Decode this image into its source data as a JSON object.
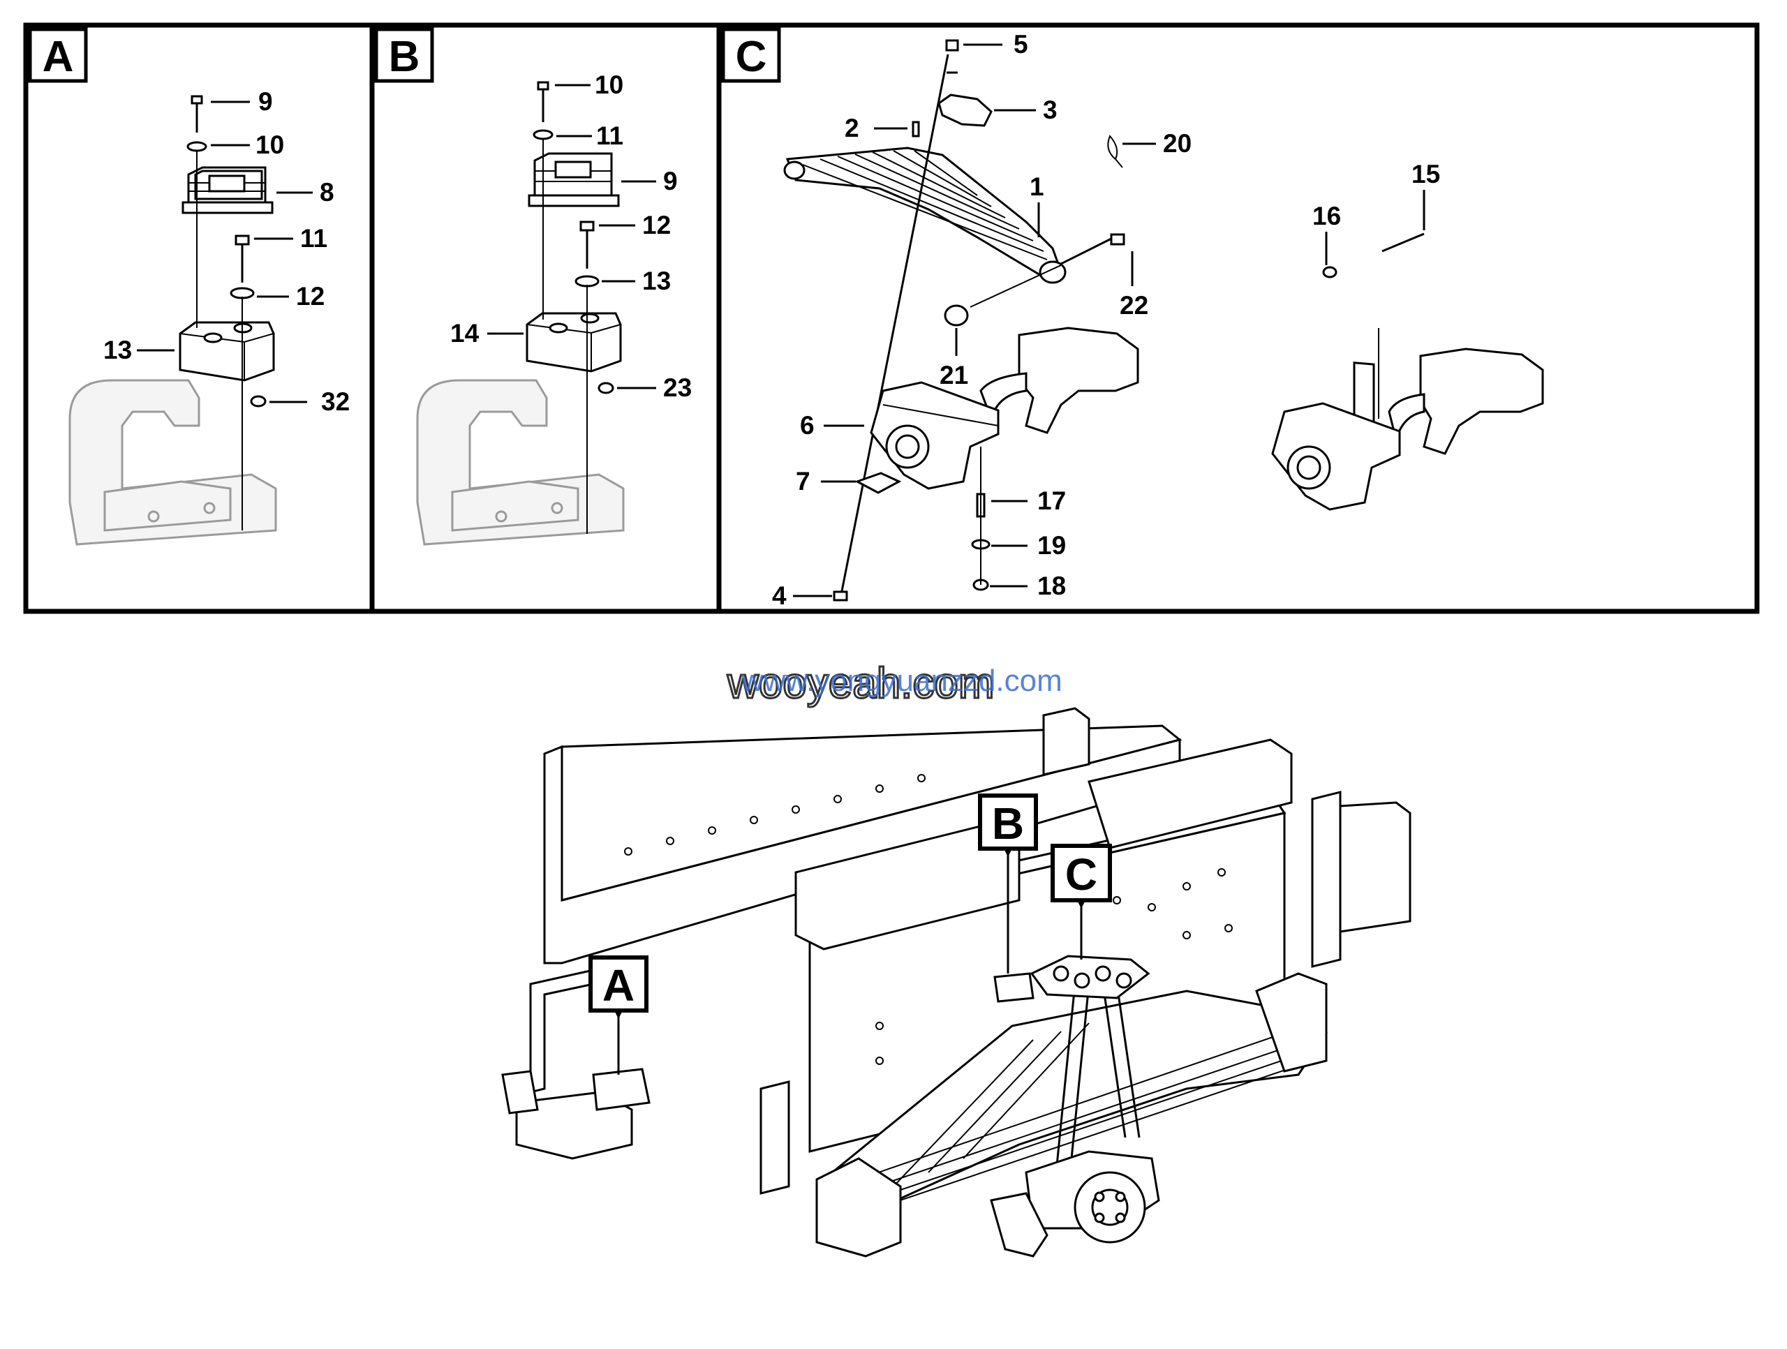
{
  "panels": [
    {
      "letter": "A",
      "callouts": [
        "9",
        "10",
        "8",
        "11",
        "12",
        "13",
        "32"
      ]
    },
    {
      "letter": "B",
      "callouts": [
        "10",
        "11",
        "9",
        "12",
        "13",
        "14",
        "23"
      ]
    },
    {
      "letter": "C",
      "callouts": [
        "5",
        "3",
        "2",
        "20",
        "1",
        "15",
        "16",
        "22",
        "21",
        "6",
        "7",
        "17",
        "19",
        "4",
        "18"
      ]
    }
  ],
  "overview": {
    "markers": [
      "A",
      "B",
      "C"
    ]
  },
  "watermark": {
    "outlined": "wooyeah.com",
    "overlay": "www.yongyuanzzd.com"
  },
  "colors": {
    "line": "#000000",
    "ghost": "#9a9a9a",
    "watermark_blue": "#3a6fd0"
  }
}
